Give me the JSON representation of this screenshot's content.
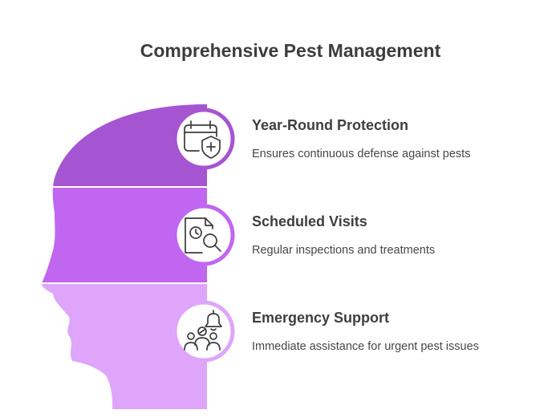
{
  "title": "Comprehensive Pest Management",
  "steps": [
    {
      "title": "Year-Round Protection",
      "description": "Ensures continuous defense against pests",
      "icon": "calendar-shield-icon",
      "color": "#a555d1"
    },
    {
      "title": "Scheduled Visits",
      "description": "Regular inspections and treatments",
      "icon": "clock-document-search-icon",
      "color": "#c066f0"
    },
    {
      "title": "Emergency Support",
      "description": "Immediate assistance for urgent pest issues",
      "icon": "people-alarm-bell-icon",
      "color": "#dea5fa"
    }
  ]
}
